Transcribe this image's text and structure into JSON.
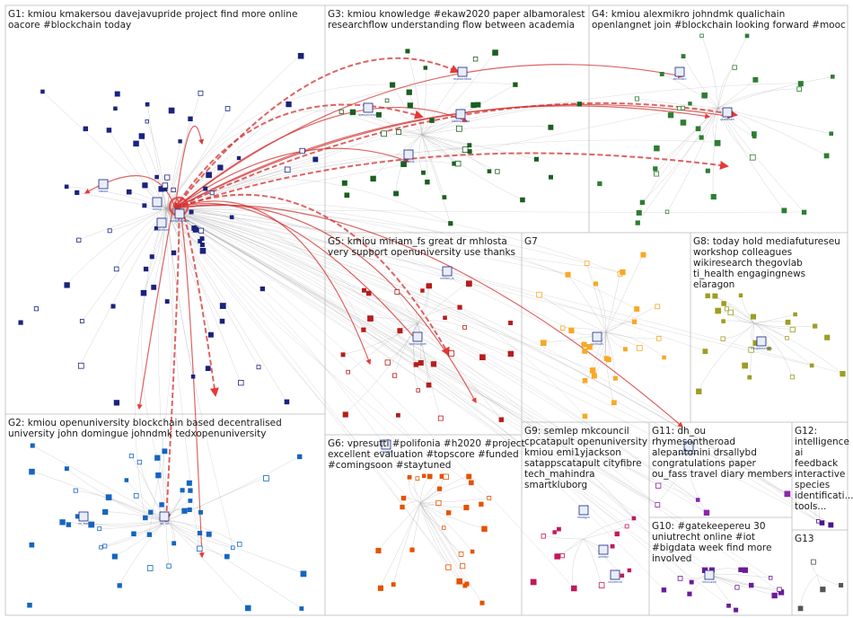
{
  "groups": [
    {
      "id": "G1",
      "label_lines": [
        "G1: kmiou kmakersou davejavupride project find more online",
        "oacore #blockchain today"
      ],
      "color": "#1a237e",
      "node_count": 70
    },
    {
      "id": "G2",
      "label_lines": [
        "G2: kmiou openuniversity blockchain based decentralised",
        "university john domingue johndmk tedxopenuniversity"
      ],
      "color": "#1565c0",
      "node_count": 50
    },
    {
      "id": "G3",
      "label_lines": [
        "G3: kmiou knowledge #ekaw2020 paper albamoralest",
        "researchflow understanding flow between academia"
      ],
      "color": "#1b5e20",
      "node_count": 40
    },
    {
      "id": "G4",
      "label_lines": [
        "G4: kmiou alexmikro johndmk qualichain",
        "openlangnet join #blockchain looking forward #mooc"
      ],
      "color": "#2e7d32",
      "node_count": 36
    },
    {
      "id": "G5",
      "label_lines": [
        "G5: kmiou miriam_fs great dr mhlosta",
        "very support openuniversity use thanks"
      ],
      "color": "#b71c1c",
      "node_count": 30
    },
    {
      "id": "G6",
      "label_lines": [
        "G6: vpresutti #polifonia #h2020 #project",
        "excellent evaluation #topscore #funded",
        "#comingsoon #staytuned"
      ],
      "color": "#e65100",
      "node_count": 30
    },
    {
      "id": "G7",
      "label_lines": [
        "G7"
      ],
      "color": "#f9a825",
      "node_count": 28
    },
    {
      "id": "G8",
      "label_lines": [
        "G8: today hold mediafutureseu",
        "workshop colleagues",
        "wikiresearch thegovlab",
        "ti_health engagingnews",
        "elaragon"
      ],
      "color": "#9e9d24",
      "node_count": 26
    },
    {
      "id": "G9",
      "label_lines": [
        "G9: semlep mkcouncil",
        "cpcatapult openuniversity",
        "kmiou emi1yjackson",
        "satappscatapult cityfibre",
        "tech_mahindra",
        "smartkluborg"
      ],
      "color": "#c2185b",
      "node_count": 14
    },
    {
      "id": "G10",
      "label_lines": [
        "G10: #gatekeepereu 30",
        "uniutrecht online #iot",
        "#bigdata week find more",
        "involved"
      ],
      "color": "#6a1b9a",
      "node_count": 16
    },
    {
      "id": "G11",
      "label_lines": [
        "G11: dh_ou",
        "rhymesontheroad",
        "alepantonini drsallybd",
        "congratulations paper",
        "ou_fass travel diary members"
      ],
      "color": "#8e24aa",
      "node_count": 5
    },
    {
      "id": "G12",
      "label_lines": [
        "G12:",
        "intelligence",
        "ai",
        "feedback",
        "interactive",
        "species",
        "identificati...",
        "tools..."
      ],
      "color": "#4a148c",
      "node_count": 3
    },
    {
      "id": "G13",
      "label_lines": [
        "G13"
      ],
      "color": "#555555",
      "node_count": 4
    }
  ],
  "node_labels": [
    "kmiou",
    "davejavupride",
    "kmakersou",
    "oacore",
    "openuniversity",
    "johndmk",
    "albamoralest",
    "researchflow",
    "alexmikro",
    "qualichain",
    "openlangnet",
    "miriam_fs",
    "mhlosta",
    "vpresutti",
    "mediafutureseu",
    "elaragon",
    "semlep",
    "mkcouncil",
    "gatekeepereu",
    "uniutrecht",
    "dh_ou",
    "ou_fass"
  ],
  "colors": {
    "background": "#ffffff",
    "box_border": "#c8c8c8",
    "edge_gray": "#b0b0b0",
    "edge_red": "#d32f2f",
    "edge_red_strong": "#e53935",
    "label_text": "#1a1a1a"
  }
}
